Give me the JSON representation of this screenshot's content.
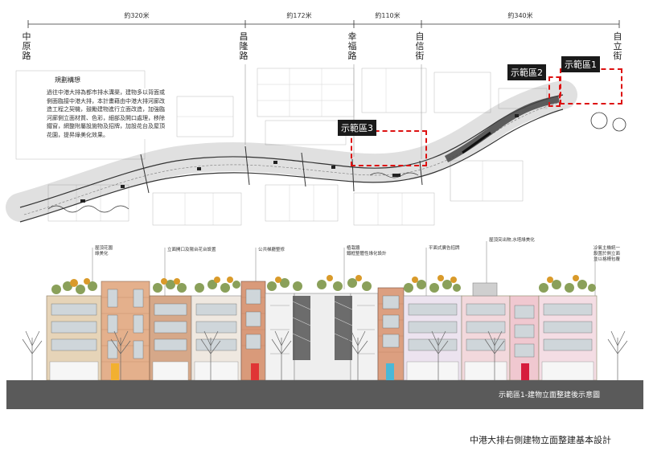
{
  "distances": [
    {
      "label": "約320米"
    },
    {
      "label": "約172米"
    },
    {
      "label": "約110米"
    },
    {
      "label": "約340米"
    }
  ],
  "roads": [
    {
      "label": "中\n原\n路"
    },
    {
      "label": "昌\n隆\n路"
    },
    {
      "label": "幸\n福\n路"
    },
    {
      "label": "自\n信\n街"
    },
    {
      "label": "自\n立\n街"
    }
  ],
  "plan": {
    "title": "規劃構想",
    "text": "過往中港大排為都市排水溝渠，建物多以背面或側面臨接中港大排，本計畫藉由中港大排河廊改造工程之契機，鼓勵建物進行立面改造，加強臨河廊側立面材質、色彩，細部及開口處理，移除鐵窗，網整附屬設施物及招牌，加設花台及屋頂花園，提昇綠美化效果。"
  },
  "demo_zones": [
    {
      "label": "示範區1"
    },
    {
      "label": "示範區2"
    },
    {
      "label": "示範區3"
    }
  ],
  "callouts": [
    {
      "text": "屋頂花園\n綠美化"
    },
    {
      "text": "立面開口及陽台花台設置"
    },
    {
      "text": "公共梯廳整修"
    },
    {
      "text": "植栽牆\n鐵框整體性綠化設計"
    },
    {
      "text": "平面式廣告招牌"
    },
    {
      "text": "屋頂突出物,水塔綠美化"
    },
    {
      "text": "冷氣主機統一\n設置於側立面\n並以格柵包覆"
    }
  ],
  "caption": "示範區1-建物立面整建後示意圖",
  "footer_title": "中港大排右側建物立面整建基本設計",
  "colors": {
    "accent_red": "#d11111",
    "ground": "#5a5a5a",
    "label_bg": "#1a1a1a"
  }
}
